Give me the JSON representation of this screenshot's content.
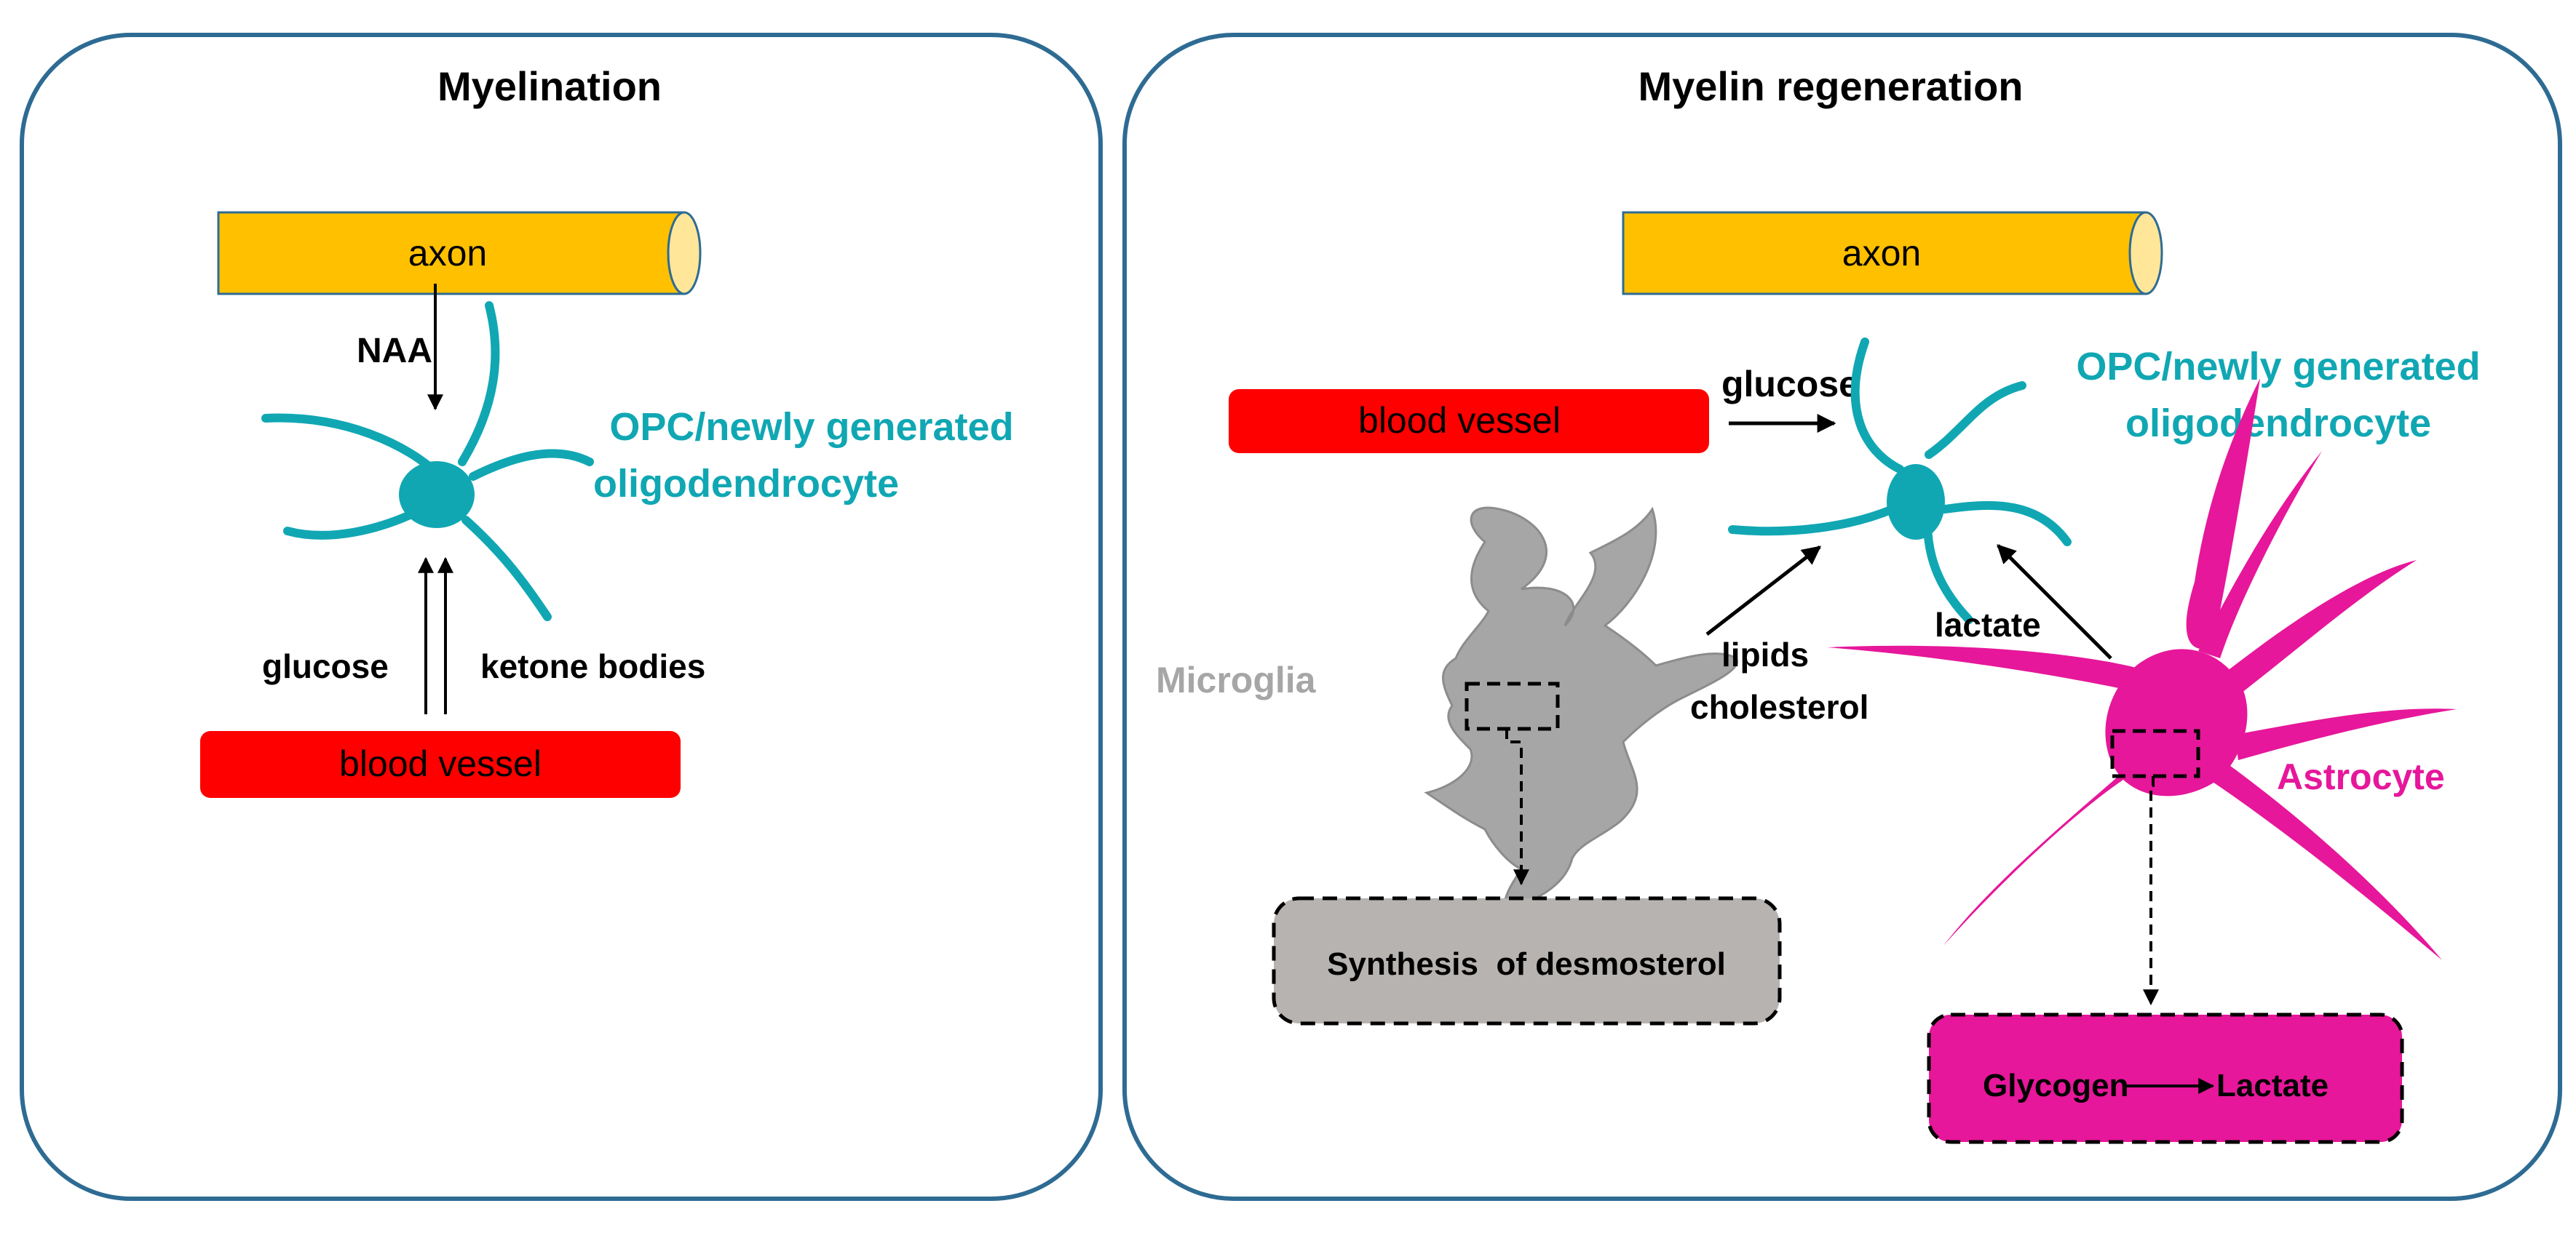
{
  "colors": {
    "panel_border": "#2E6B93",
    "axon_fill": "#FFC000",
    "axon_cap": "#FFE699",
    "vessel_fill": "#FF0000",
    "opc": "#10A7B3",
    "microglia": "#A6A6A6",
    "microglia_box": "#B7B3B0",
    "astrocyte": "#E6179A",
    "arrow": "#000000"
  },
  "left_panel": {
    "title": "Myelination",
    "axon_label": "axon",
    "naa_label": "NAA",
    "opc_label_line1": "OPC/newly generated",
    "opc_label_line2": "oligodendrocyte",
    "glucose_label": "glucose",
    "ketone_label": "ketone bodies",
    "vessel_label": "blood vessel"
  },
  "right_panel": {
    "title": "Myelin regeneration",
    "axon_label": "axon",
    "vessel_label": "blood vessel",
    "glucose_label": "glucose",
    "opc_label_line1": "OPC/newly generated",
    "opc_label_line2": "oligodendrocyte",
    "microglia_label": "Microglia",
    "lipids_label": "lipids",
    "cholesterol_label": "cholesterol",
    "lactate_label": "lactate",
    "astrocyte_label": "Astrocyte",
    "desmosterol_box": "Synthesis  of desmosterol",
    "glycogen_label": "Glycogen",
    "lactate_box_label": "Lactate"
  }
}
